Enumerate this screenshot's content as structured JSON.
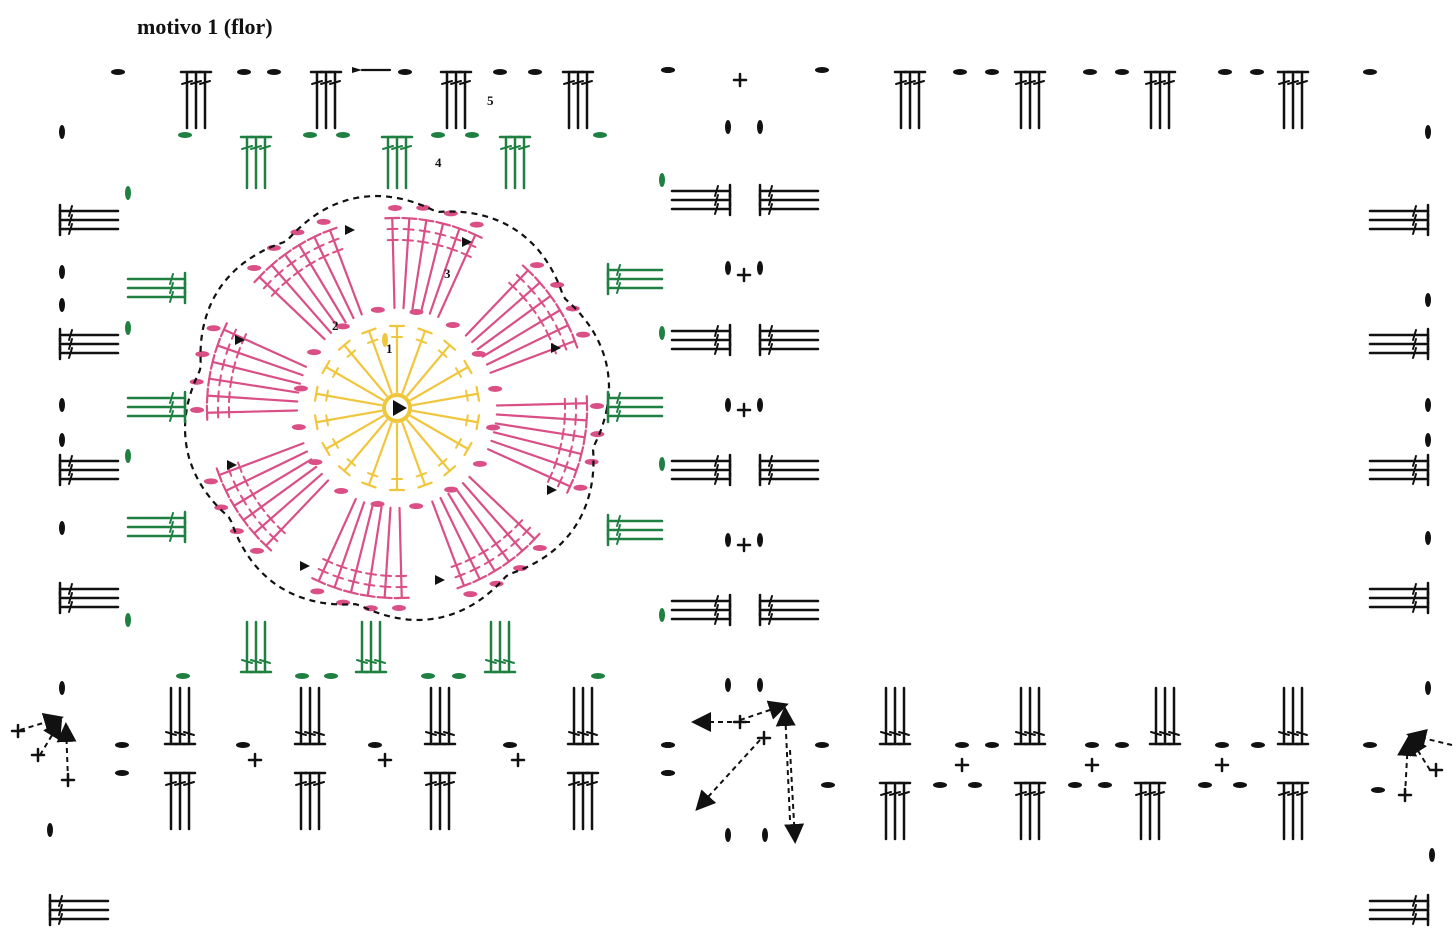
{
  "title": "motivo 1 (flor)",
  "round_labels": [
    "1",
    "2",
    "3",
    "4",
    "5"
  ],
  "colors": {
    "round_1": "#f0c63c",
    "round_2_3": "#d94f86",
    "round_4": "#1f8042",
    "round_5": "#111111",
    "arrow": "#111111"
  },
  "symbols": {
    "chain": "oval",
    "single_crochet": "plus",
    "double_crochet": "cross-barred stitch",
    "magic_ring": "ring"
  }
}
